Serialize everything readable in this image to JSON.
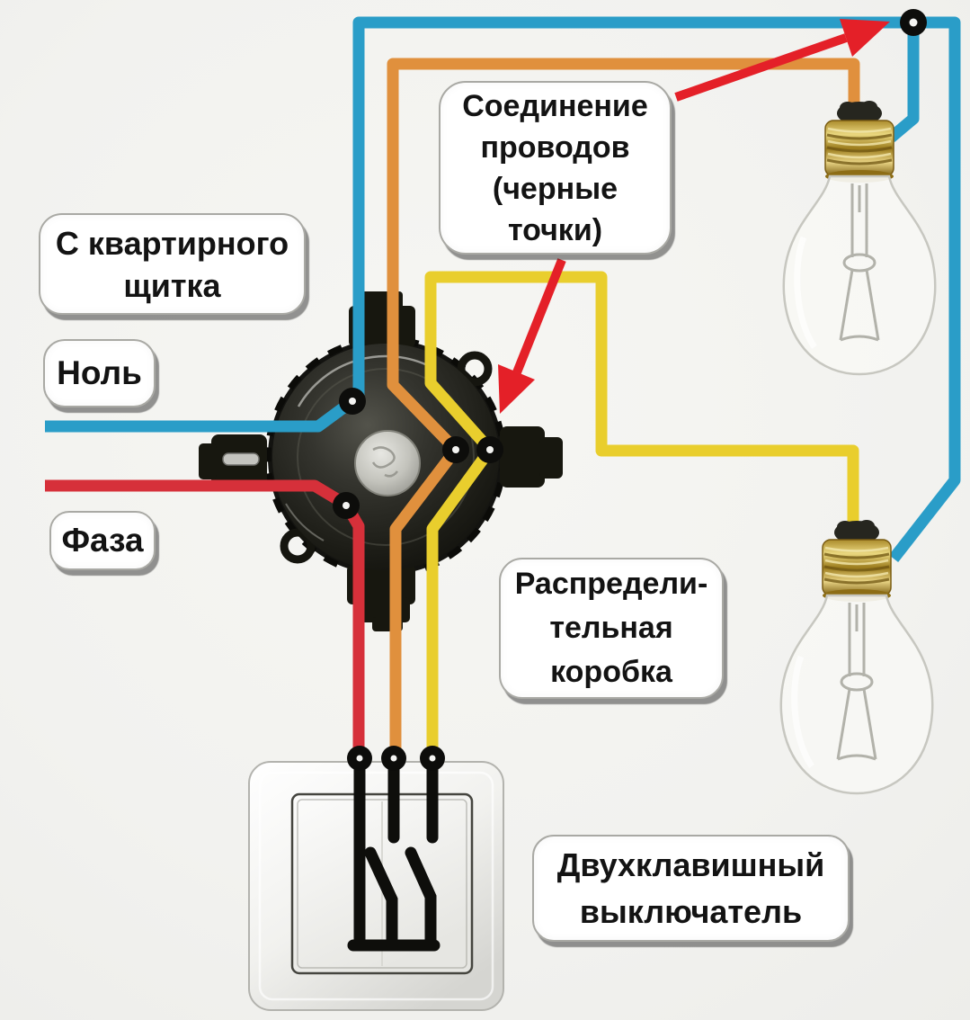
{
  "labels": {
    "from_panel_line1": "С квартирного",
    "from_panel_line2": "щитка",
    "neutral": "Ноль",
    "phase": "Фаза",
    "connection_line1": "Соединение",
    "connection_line2": "проводов",
    "connection_line3": "(черные",
    "connection_line4": "точки)",
    "distribution_line1": "Распредели-",
    "distribution_line2": "тельная",
    "distribution_line3": "коробка",
    "switch_line1": "Двухклавишный",
    "switch_line2": "выключатель"
  },
  "colors": {
    "neutral": "#2a9dc8",
    "phase": "#d6303a",
    "lamp1": "#e0903d",
    "lamp2": "#e9ce2d",
    "arrow": "#e42028",
    "dot": "#0d0d0b"
  }
}
